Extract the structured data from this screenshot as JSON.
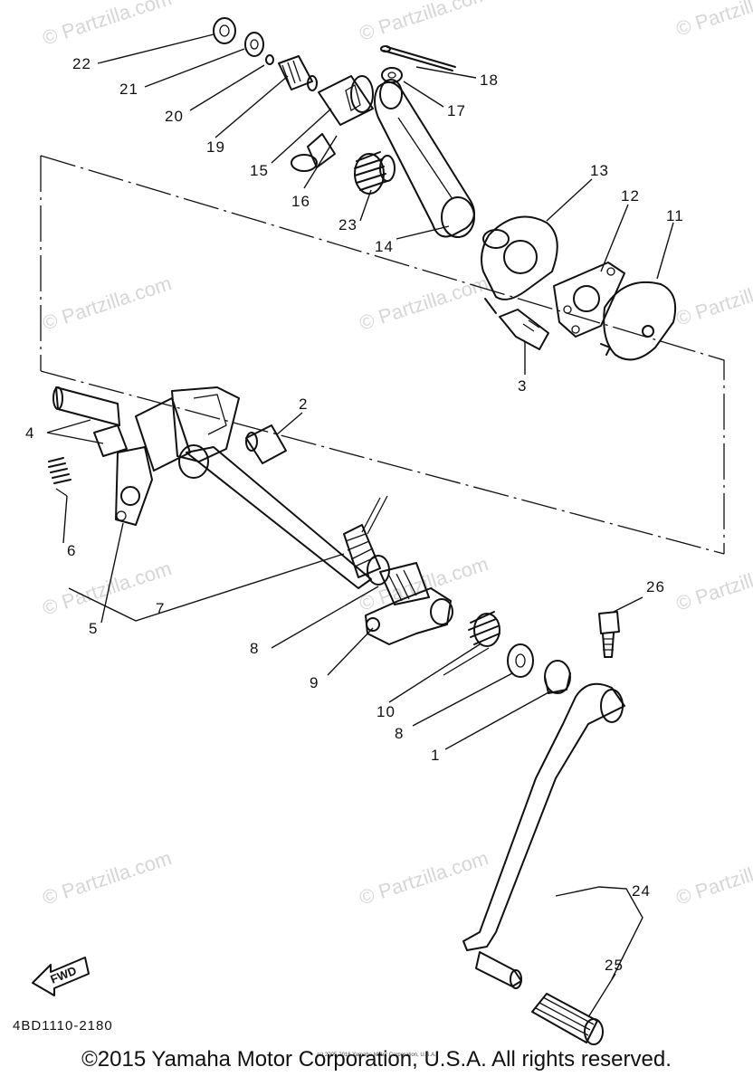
{
  "drawing_code": "4BD1110-2180",
  "fwd_label": "FWD",
  "copyright": "©2015 Yamaha Motor Corporation, U.S.A. All rights reserved.",
  "small_print": "(c) 2005-2016 Yamaha Motor Corporation, U.S.A.",
  "watermark": "© Partzilla.com",
  "callouts": [
    "22",
    "21",
    "20",
    "19",
    "18",
    "17",
    "15",
    "16",
    "23",
    "14",
    "13",
    "12",
    "11",
    "3",
    "2",
    "4",
    "6",
    "5",
    "7",
    "8",
    "9",
    "10",
    "8",
    "1",
    "26",
    "24",
    "25"
  ]
}
